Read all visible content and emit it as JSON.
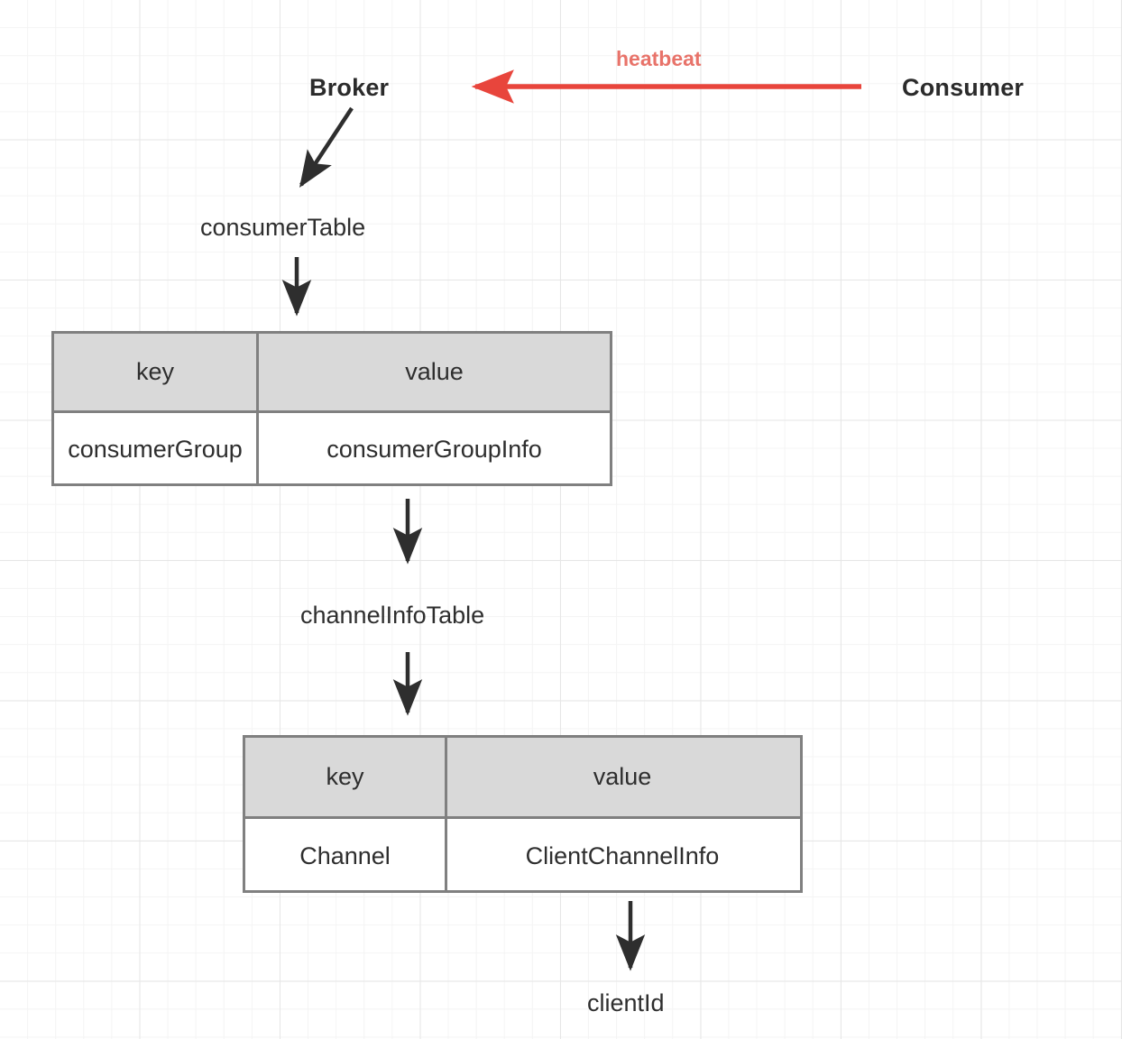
{
  "diagram": {
    "actors": {
      "broker": "Broker",
      "consumer": "Consumer"
    },
    "edges": {
      "heartbeat_label": "heatbeat"
    },
    "labels": {
      "consumer_table": "consumerTable",
      "channel_info_table": "channelInfoTable",
      "client_id": "clientId"
    },
    "tables": [
      {
        "name": "consumerTable",
        "headers": [
          "key",
          "value"
        ],
        "rows": [
          [
            "consumerGroup",
            "consumerGroupInfo"
          ]
        ]
      },
      {
        "name": "channelInfoTable",
        "headers": [
          "key",
          "value"
        ],
        "rows": [
          [
            "Channel",
            "ClientChannelInfo"
          ]
        ]
      }
    ],
    "colors": {
      "heartbeat_arrow": "#e8453c",
      "heartbeat_text": "#e8736a",
      "arrow_dark": "#2e2e2e",
      "table_border": "#808080",
      "table_header_bg": "#d9d9d9",
      "grid_minor": "#f4f4f4",
      "grid_major": "#e6e6e6"
    }
  }
}
